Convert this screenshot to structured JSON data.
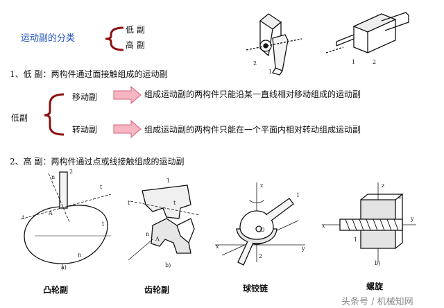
{
  "header": {
    "title": "运动副的分类",
    "types": [
      "低 副",
      "高 副"
    ]
  },
  "lower_pair": {
    "heading": "1、低 副：两构件通过面接触组成的运动副",
    "group_label": "低副",
    "items": [
      {
        "name": "移动副",
        "desc": "组成运动副的两构件只能沿某一直线相对移动组成的运动副"
      },
      {
        "name": "转动副",
        "desc": "组成运动副的两构件只能在一个平面内相对转动组成运动副"
      }
    ]
  },
  "higher_pair": {
    "heading": "2、高 副：两构件通过点或线接触组成的运动副",
    "figures": [
      "凸轮副",
      "齿轮副",
      "球铰链",
      "螺旋"
    ]
  },
  "watermark": "头条号 / 机械知网",
  "colors": {
    "title_blue": "#1f4fbf",
    "bracket_red": "#8b1010",
    "arrow_fill": "#f7b6c2",
    "arrow_stroke": "#d06080"
  }
}
